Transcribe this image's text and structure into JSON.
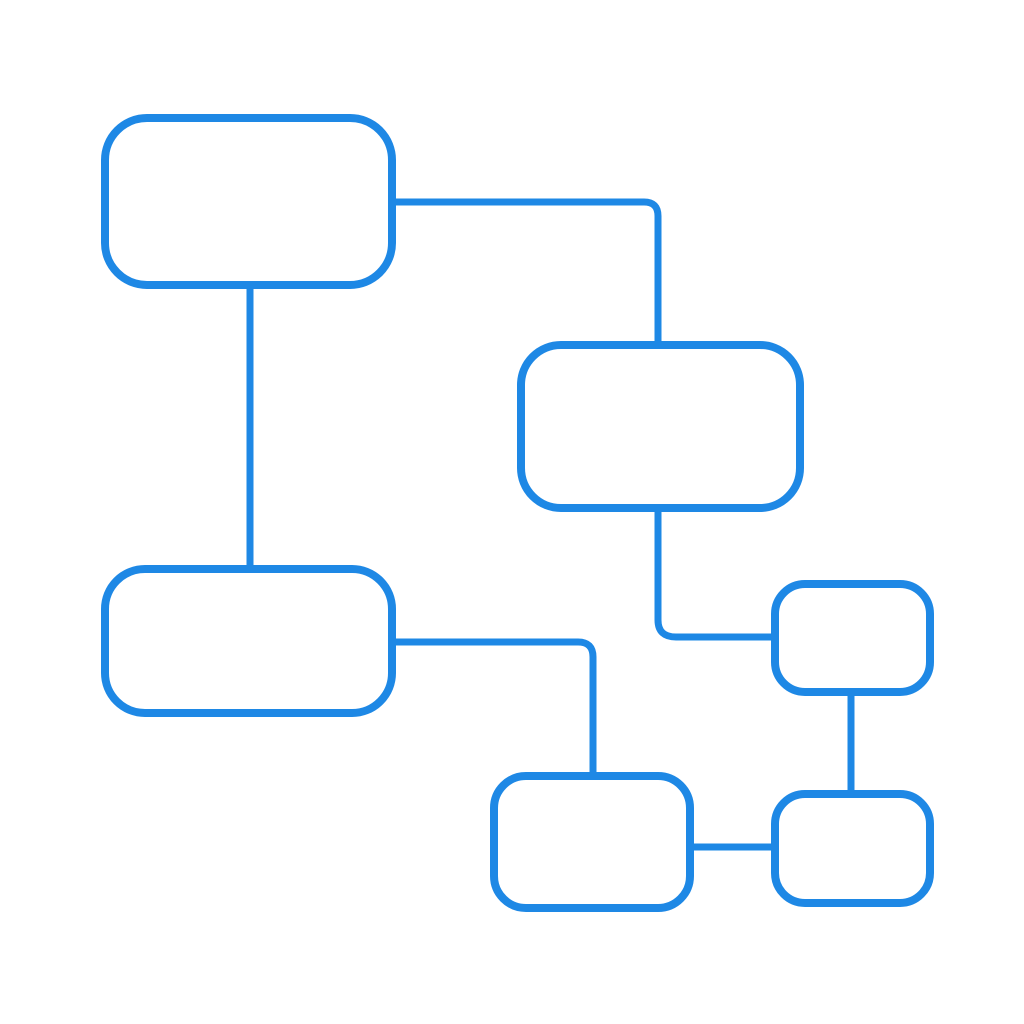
{
  "diagram": {
    "stroke_color": "#1e88e5",
    "background": "#ffffff",
    "nodes": [
      {
        "id": "node-1",
        "label": ""
      },
      {
        "id": "node-2",
        "label": ""
      },
      {
        "id": "node-3",
        "label": ""
      },
      {
        "id": "node-4",
        "label": ""
      },
      {
        "id": "node-5",
        "label": ""
      },
      {
        "id": "node-6",
        "label": ""
      }
    ],
    "edges": [
      {
        "from": "node-1",
        "to": "node-2"
      },
      {
        "from": "node-1",
        "to": "node-3"
      },
      {
        "from": "node-2",
        "to": "node-4"
      },
      {
        "from": "node-3",
        "to": "node-5"
      },
      {
        "from": "node-4",
        "to": "node-6"
      },
      {
        "from": "node-5",
        "to": "node-6"
      }
    ]
  }
}
